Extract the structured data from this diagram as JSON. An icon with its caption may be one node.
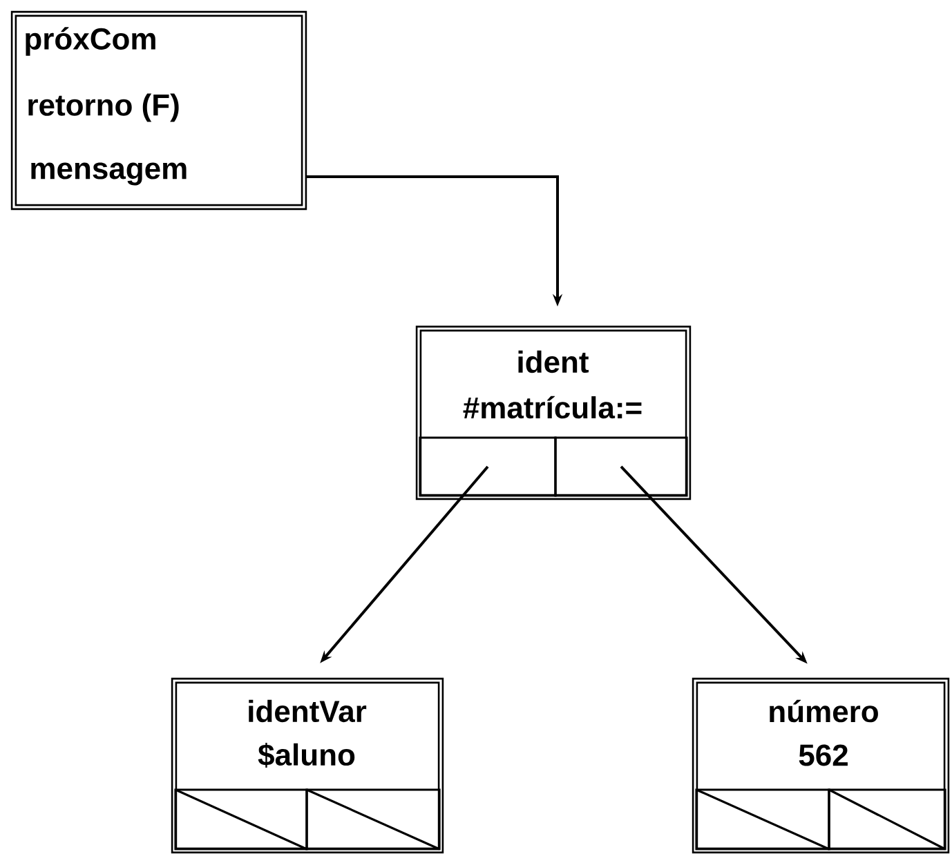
{
  "diagram": {
    "nodes": [
      {
        "text": [
          "próxCom",
          "retorno (F)",
          "mensagem"
        ]
      },
      {
        "text": [
          "ident",
          "#matrícula:="
        ]
      },
      {
        "text": [],
        "shape": "box",
        "in": 1
      },
      {
        "text": [],
        "shape": "box",
        "in": 1
      },
      {
        "text": [
          "identVar",
          "$aluno"
        ]
      },
      {
        "text": [],
        "shape": "box",
        "in": 4
      },
      {
        "text": [],
        "shape": "box",
        "in": 4
      },
      {
        "text": [
          "número",
          "562"
        ]
      },
      {
        "text": [],
        "shape": "box",
        "in": 7
      },
      {
        "text": [],
        "shape": "box",
        "in": 7
      }
    ],
    "edges": [
      {
        "from": 0,
        "to": 1,
        "arrow": "to"
      },
      {
        "from": 2,
        "to": 4,
        "arrow": "to"
      },
      {
        "from": 3,
        "to": 7,
        "arrow": "to"
      }
    ]
  }
}
